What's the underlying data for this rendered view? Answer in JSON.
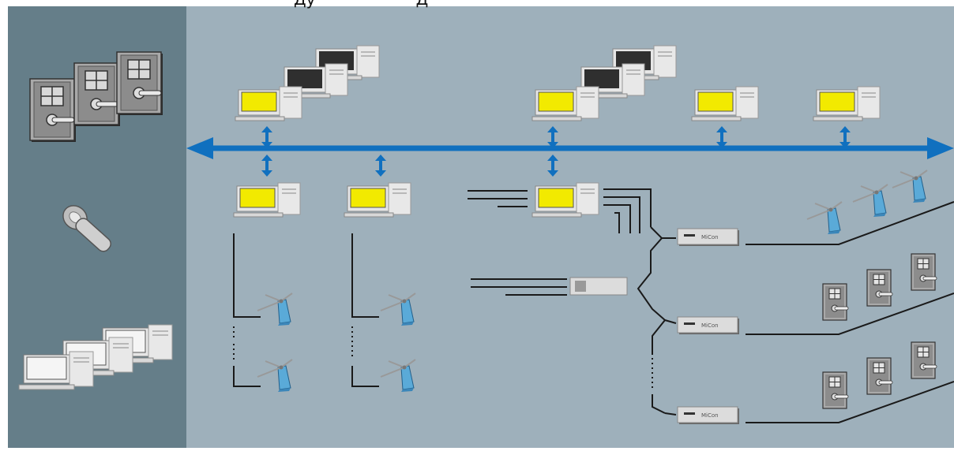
{
  "caption_fragment": "Ду                    Д",
  "controller_label": "MiCon",
  "colors": {
    "sidebar": "#657e89",
    "main_bg": "#9eb0bb",
    "bus": "#1070bf",
    "screen": "#f2ea00",
    "turnstile": "#5aaad8",
    "wire": "#1a1a1a"
  },
  "icons": [
    "door-lock-icon",
    "key-fob-icon",
    "computer-icon",
    "turnstile-icon",
    "controller-icon",
    "network-bus-arrow"
  ]
}
